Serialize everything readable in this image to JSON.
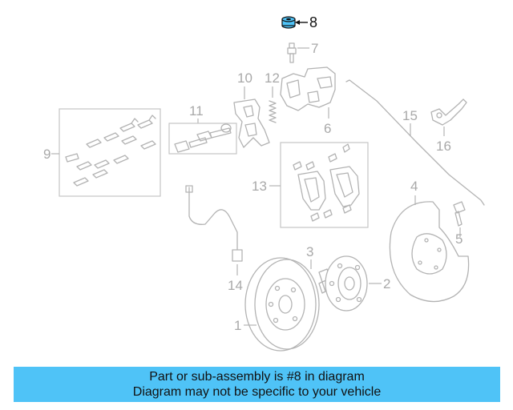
{
  "highlight_color": "#4fc3f7",
  "highlighted_part": "8",
  "callouts": {
    "c1": "1",
    "c2": "2",
    "c3": "3",
    "c4": "4",
    "c5": "5",
    "c6": "6",
    "c7": "7",
    "c8": "8",
    "c9": "9",
    "c10": "10",
    "c11": "11",
    "c12": "12",
    "c13": "13",
    "c14": "14",
    "c15": "15",
    "c16": "16"
  },
  "banner": {
    "line1": "Part or sub-assembly is #8 in diagram",
    "line2": "Diagram may not be specific to your vehicle"
  }
}
